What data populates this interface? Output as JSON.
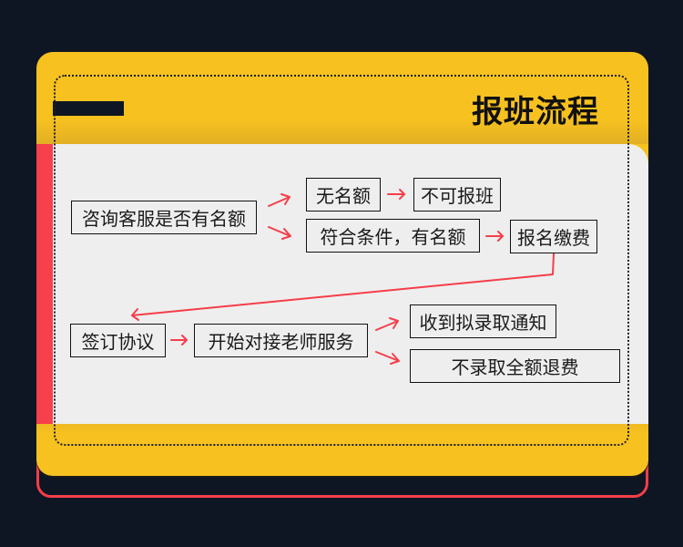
{
  "header": {
    "title": "报班流程"
  },
  "colors": {
    "background": "#0f1623",
    "card": "#f7c220",
    "accent_red": "#f53e4a",
    "panel": "#eeeeee",
    "text": "#111111"
  },
  "flow": {
    "nodes": [
      {
        "id": "consult",
        "label": "咨询客服是否有名额"
      },
      {
        "id": "no_quota",
        "label": "无名额"
      },
      {
        "id": "cannot_enroll",
        "label": "不可报班"
      },
      {
        "id": "qualified",
        "label": "符合条件，有名额"
      },
      {
        "id": "pay",
        "label": "报名缴费"
      },
      {
        "id": "sign",
        "label": "签订协议"
      },
      {
        "id": "service",
        "label": "开始对接老师服务"
      },
      {
        "id": "admission",
        "label": "收到拟录取通知"
      },
      {
        "id": "refund",
        "label": "不录取全额退费"
      }
    ],
    "edges": [
      {
        "from": "consult",
        "to": "no_quota"
      },
      {
        "from": "consult",
        "to": "qualified"
      },
      {
        "from": "no_quota",
        "to": "cannot_enroll"
      },
      {
        "from": "qualified",
        "to": "pay"
      },
      {
        "from": "pay",
        "to": "sign"
      },
      {
        "from": "sign",
        "to": "service"
      },
      {
        "from": "service",
        "to": "admission"
      },
      {
        "from": "service",
        "to": "refund"
      }
    ]
  }
}
